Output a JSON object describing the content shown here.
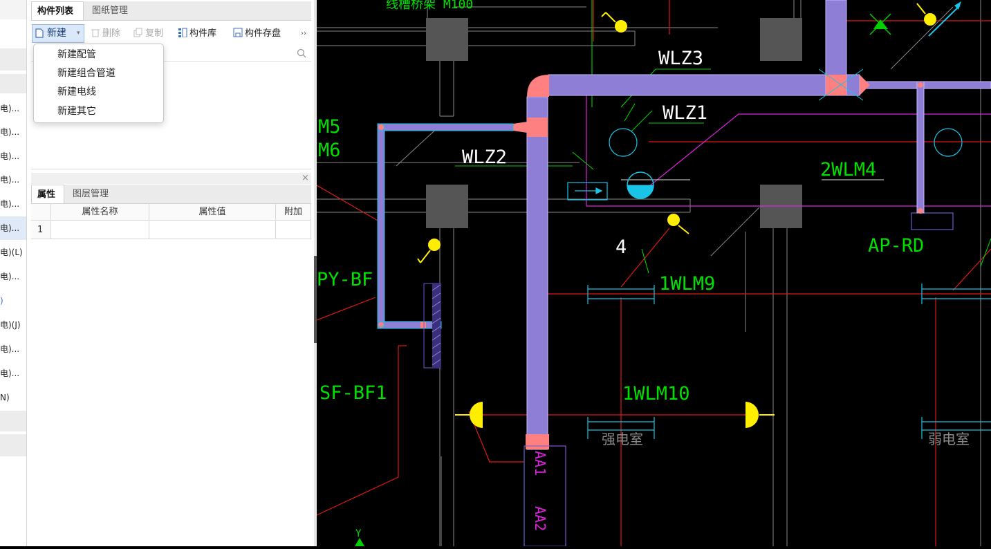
{
  "left_strip": {
    "items": [
      "电)...",
      "电)...",
      "电)...",
      "电)...",
      "电)...",
      "电)...",
      "电)(L)",
      "电)...",
      ")",
      "电)(J)",
      "电)...",
      "电)...",
      "N)"
    ]
  },
  "top_tabs": [
    "构件列表",
    "图纸管理"
  ],
  "toolbar": {
    "new_label": "新建",
    "delete_label": "删除",
    "copy_label": "复制",
    "library_label": "构件库",
    "save_label": "构件存盘",
    "more_label": "››"
  },
  "dropdown": {
    "items": [
      "新建配管",
      "新建组合管道",
      "新建电线",
      "新建其它"
    ]
  },
  "bottom_tabs": [
    "属性",
    "图层管理"
  ],
  "property_table": {
    "headers": [
      "属性名称",
      "属性值",
      "附加"
    ],
    "rows": [
      {
        "index": "1",
        "name": "",
        "value": "",
        "extra": ""
      }
    ]
  },
  "close_glyph": "×",
  "cad": {
    "labels": {
      "top_partial": "线槽桥架 M100",
      "wlz3": "WLZ3",
      "wlz1": "WLZ1",
      "wlz2": "WLZ2",
      "wlm4": "2WLM4",
      "m5": "M5",
      "m6": "M6",
      "ap_rd": "AP-RD",
      "num4": "4",
      "wlm9": "1WLM9",
      "py_bf": "PY-BF",
      "sf_bf1": "SF-BF1",
      "wlm10": "1WLM10",
      "room1": "强电室",
      "room2": "弱电室",
      "aa1": "AA1",
      "aa2": "AA2",
      "y_axis": "Y"
    },
    "colors": {
      "background": "#000000",
      "duct_fill": "#8f7ed6",
      "duct_joint": "#ff8080",
      "green_text": "#00e000",
      "white_text": "#ffffff",
      "yellow": "#ffee00",
      "cyan": "#19c4e6",
      "red_line": "#e01818",
      "magenta": "#e020e0"
    }
  }
}
